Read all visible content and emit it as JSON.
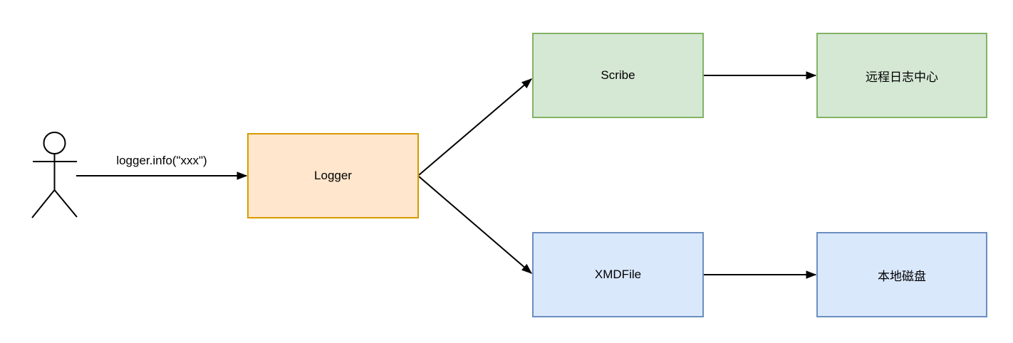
{
  "diagram": {
    "background": "#ffffff",
    "line_color": "#000000",
    "actor": {
      "icon": "stick-figure-actor"
    },
    "nodes": {
      "logger": {
        "label": "Logger",
        "fill": "#ffe6cc",
        "stroke": "#d79b00"
      },
      "scribe": {
        "label": "Scribe",
        "fill": "#d5e8d4",
        "stroke": "#82b366"
      },
      "remote_log_center": {
        "label": "远程日志中心",
        "fill": "#d5e8d4",
        "stroke": "#82b366"
      },
      "xmd_file": {
        "label": "XMDFile",
        "fill": "#dae8fc",
        "stroke": "#6c8ebf"
      },
      "local_disk": {
        "label": "本地磁盘",
        "fill": "#dae8fc",
        "stroke": "#6c8ebf"
      }
    },
    "edges": {
      "actor_to_logger": {
        "label": "logger.info(\"xxx\")"
      },
      "logger_to_scribe": {
        "label": ""
      },
      "logger_to_xmd_file": {
        "label": ""
      },
      "scribe_to_remote_log_center": {
        "label": ""
      },
      "xmd_file_to_local_disk": {
        "label": ""
      }
    }
  }
}
